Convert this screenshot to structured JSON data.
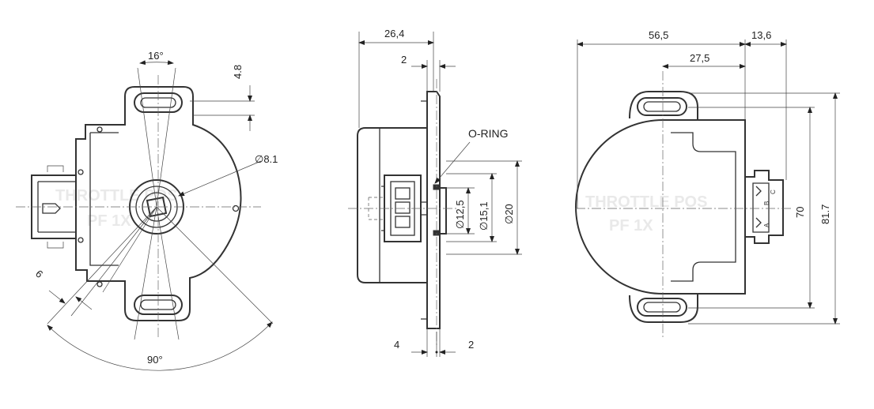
{
  "front_view": {
    "dim_angle_top": "16°",
    "dim_4_8": "4.8",
    "dim_diameter": "∅8.1",
    "dim_6": "6",
    "dim_angle_bottom": "90°",
    "watermark": "THROTTLE POS",
    "watermark_line2": "PF 1X"
  },
  "side_view": {
    "dim_26_4": "26,4",
    "dim_2_top": "2",
    "oring_label": "O-RING",
    "dim_d12_5": "∅12,5",
    "dim_d15_1": "∅15,1",
    "dim_d20": "∅20",
    "dim_4": "4",
    "dim_2_bottom": "2"
  },
  "rear_view": {
    "dim_56_5": "56,5",
    "dim_13_6": "13,6",
    "dim_27_5": "27,5",
    "dim_70": "70",
    "dim_81_7": "81.7",
    "pin_a": "A",
    "pin_b": "B",
    "pin_c": "C",
    "watermark": "THROTTLE POS",
    "watermark_line2": "PF 1X"
  },
  "colors": {
    "line": "#333333",
    "background": "#ffffff",
    "watermark": "#e9e9e9"
  }
}
